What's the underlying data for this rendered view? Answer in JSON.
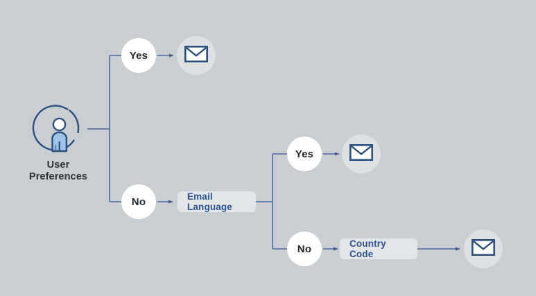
{
  "diagram": {
    "title": "User Preferences email routing decision flow",
    "background_color": "#c9ced3",
    "line_color": "#5a76a3",
    "accent_blue": "#2d538f",
    "icon_fill": "#9cc6e8",
    "node_white": "#ffffff",
    "node_gray": "#dee1e4",
    "box_gray": "#e3e6e9"
  },
  "start": {
    "icon_name": "user-preferences-icon",
    "label_line1": "User",
    "label_line2": "Preferences"
  },
  "decisions": [
    {
      "id": "branch1-yes",
      "label": "Yes"
    },
    {
      "id": "branch1-no",
      "label": "No"
    },
    {
      "id": "branch2-yes",
      "label": "Yes"
    },
    {
      "id": "branch2-no",
      "label": "No"
    }
  ],
  "boxes": [
    {
      "id": "email-language",
      "label": "Email Language"
    },
    {
      "id": "country-code",
      "label": "Country Code"
    }
  ],
  "mail_nodes": [
    {
      "id": "mail-1",
      "icon_name": "envelope-icon"
    },
    {
      "id": "mail-2",
      "icon_name": "envelope-icon"
    },
    {
      "id": "mail-3",
      "icon_name": "envelope-icon"
    }
  ]
}
